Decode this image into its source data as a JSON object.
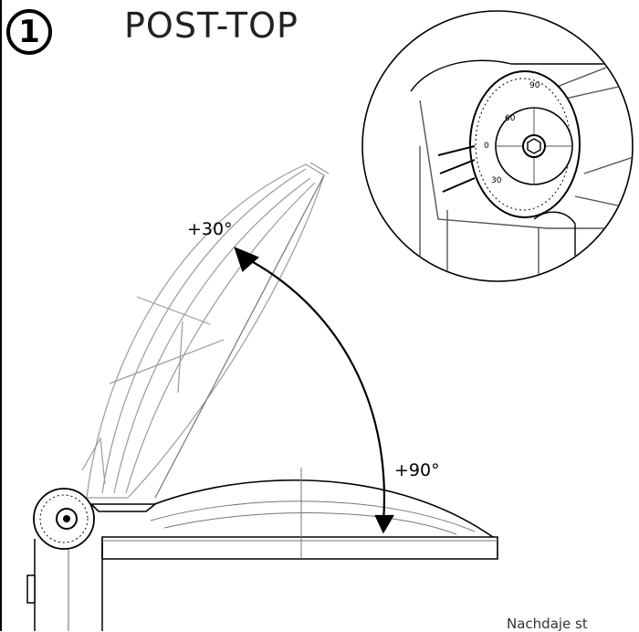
{
  "header": {
    "step_number": "1",
    "title": "POST-TOP"
  },
  "diagram": {
    "angle_top_label": "+30°",
    "angle_bottom_label": "+90°",
    "dial_scale_marks": [
      "0",
      "30",
      "60",
      "90"
    ]
  },
  "footer": {
    "text": "Nachdaje st"
  },
  "colors": {
    "line": "#000000",
    "light_line": "#8a8a8a",
    "background": "#ffffff"
  }
}
